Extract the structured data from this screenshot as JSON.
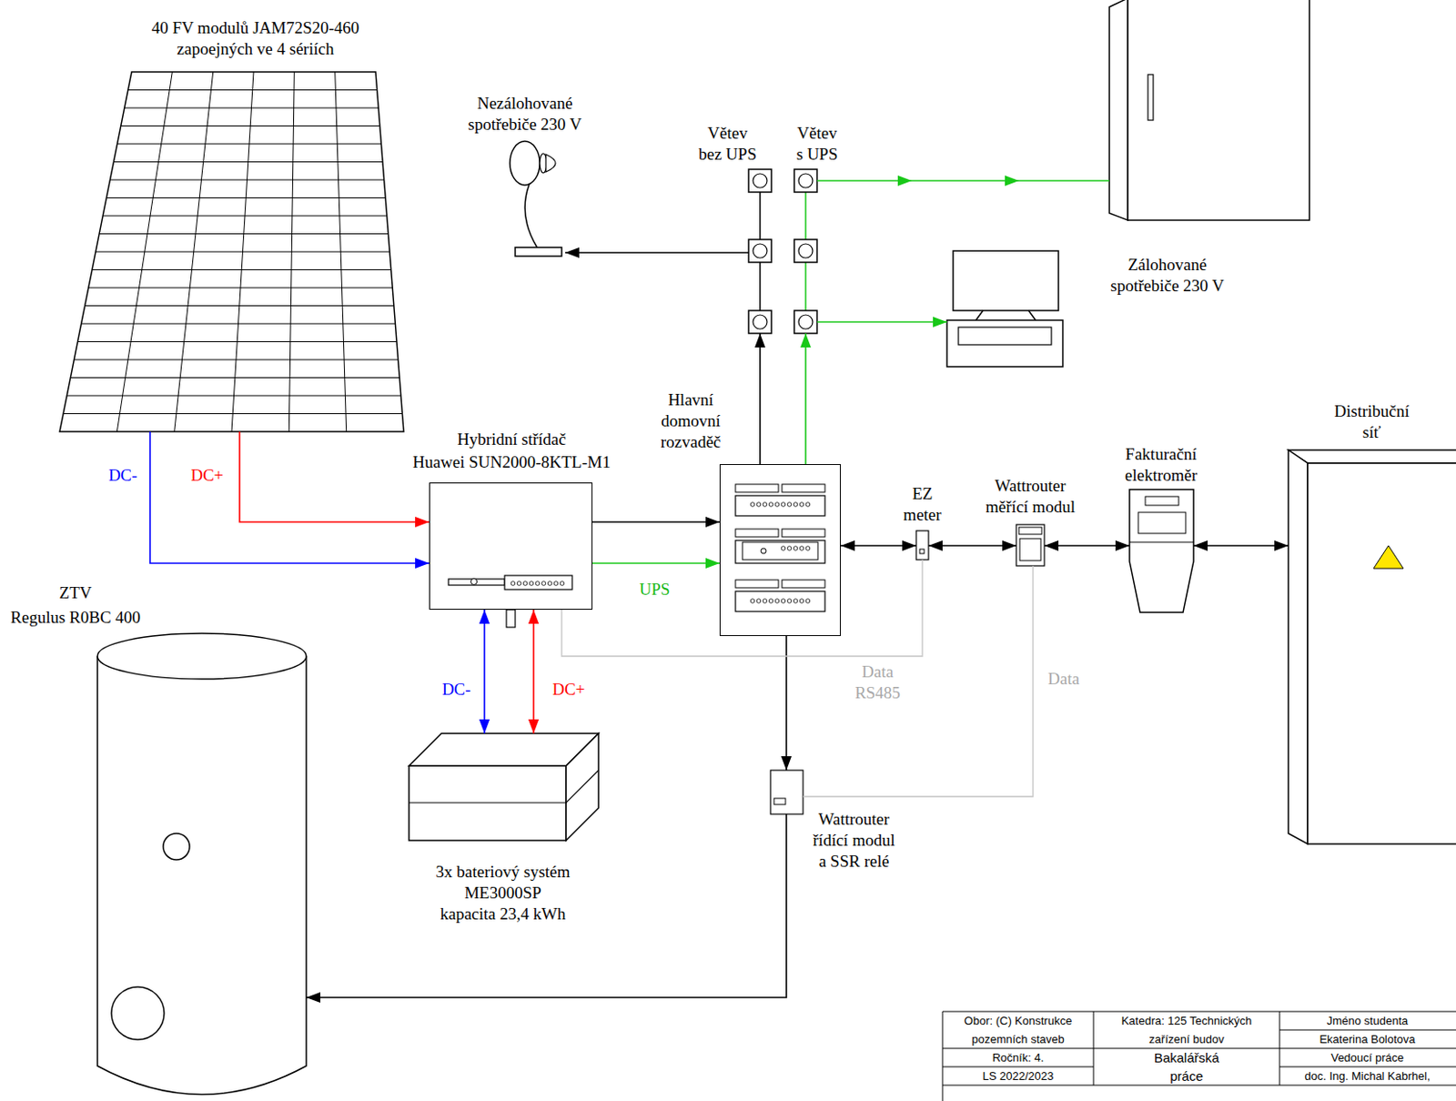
{
  "diagram": {
    "nodes": [
      {
        "text": [
          "40 FV modulů JAM72S20-460 zapoejných ve 4 sériích"
        ]
      },
      {
        "text": [
          "Nezálohované spotřebiče 230 V"
        ]
      },
      {
        "text": [
          "Větev bez UPS"
        ]
      },
      {
        "text": [
          "Větev s UPS"
        ]
      },
      {
        "text": [
          "Zálohované spotřebiče 230 V"
        ]
      },
      {
        "text": [
          "Hybridní střídač",
          "Huawei SUN2000-8KTL-M1"
        ]
      },
      {
        "text": [
          "Hlavní domovní rozvaděč"
        ]
      },
      {
        "text": [
          "EZ meter"
        ]
      },
      {
        "text": [
          "Wattrouter měřící modul"
        ]
      },
      {
        "text": [
          "Fakturační elektroměr"
        ]
      },
      {
        "text": [
          "Distribuční síť"
        ]
      },
      {
        "text": [
          "ZTV",
          "Regulus R0BC 400"
        ]
      },
      {
        "text": [
          "3x bateriový systém ME3000SP",
          "kapacita 23,4 kWh"
        ]
      },
      {
        "text": [
          "Wattrouter řídící modul a SSR relé"
        ]
      }
    ],
    "edges": [
      {
        "from": 0,
        "to": 5,
        "arrow": "to",
        "label": "DC-"
      },
      {
        "from": 0,
        "to": 5,
        "arrow": "to",
        "label": "DC+"
      },
      {
        "from": 5,
        "to": 6,
        "arrow": "to"
      },
      {
        "from": 5,
        "to": 6,
        "arrow": "to",
        "label": "UPS"
      },
      {
        "from": 5,
        "to": 12,
        "arrow": "both",
        "label": "DC-"
      },
      {
        "from": 5,
        "to": 12,
        "arrow": "both",
        "label": "DC+"
      },
      {
        "from": 6,
        "to": 2,
        "arrow": "to"
      },
      {
        "from": 6,
        "to": 3,
        "arrow": "to"
      },
      {
        "from": 2,
        "to": 1,
        "arrow": "to"
      },
      {
        "from": 3,
        "to": 4,
        "arrow": "to"
      },
      {
        "from": 6,
        "to": 7,
        "arrow": "both"
      },
      {
        "from": 7,
        "to": 8,
        "arrow": "both"
      },
      {
        "from": 8,
        "to": 9,
        "arrow": "both"
      },
      {
        "from": 9,
        "to": 10,
        "arrow": "both"
      },
      {
        "from": 6,
        "to": 13,
        "arrow": "to"
      },
      {
        "from": 13,
        "to": 11,
        "arrow": "to"
      },
      {
        "from": 5,
        "to": 7,
        "arrow": "none",
        "label": "Data RS485"
      },
      {
        "from": 8,
        "to": 13,
        "arrow": "none",
        "label": "Data"
      }
    ],
    "labels": [
      "Obor: (C) Konstrukce pozemních staveb",
      "Katedra: 125 Technických zařízení budov",
      "Jméno studenta",
      "Ekaterina Bolotova",
      "Ročník: 4.",
      "Bakalářská práce",
      "Vedoucí práce",
      "LS 2022/2023",
      "doc. Ing. Michal Kabrhel,"
    ]
  }
}
